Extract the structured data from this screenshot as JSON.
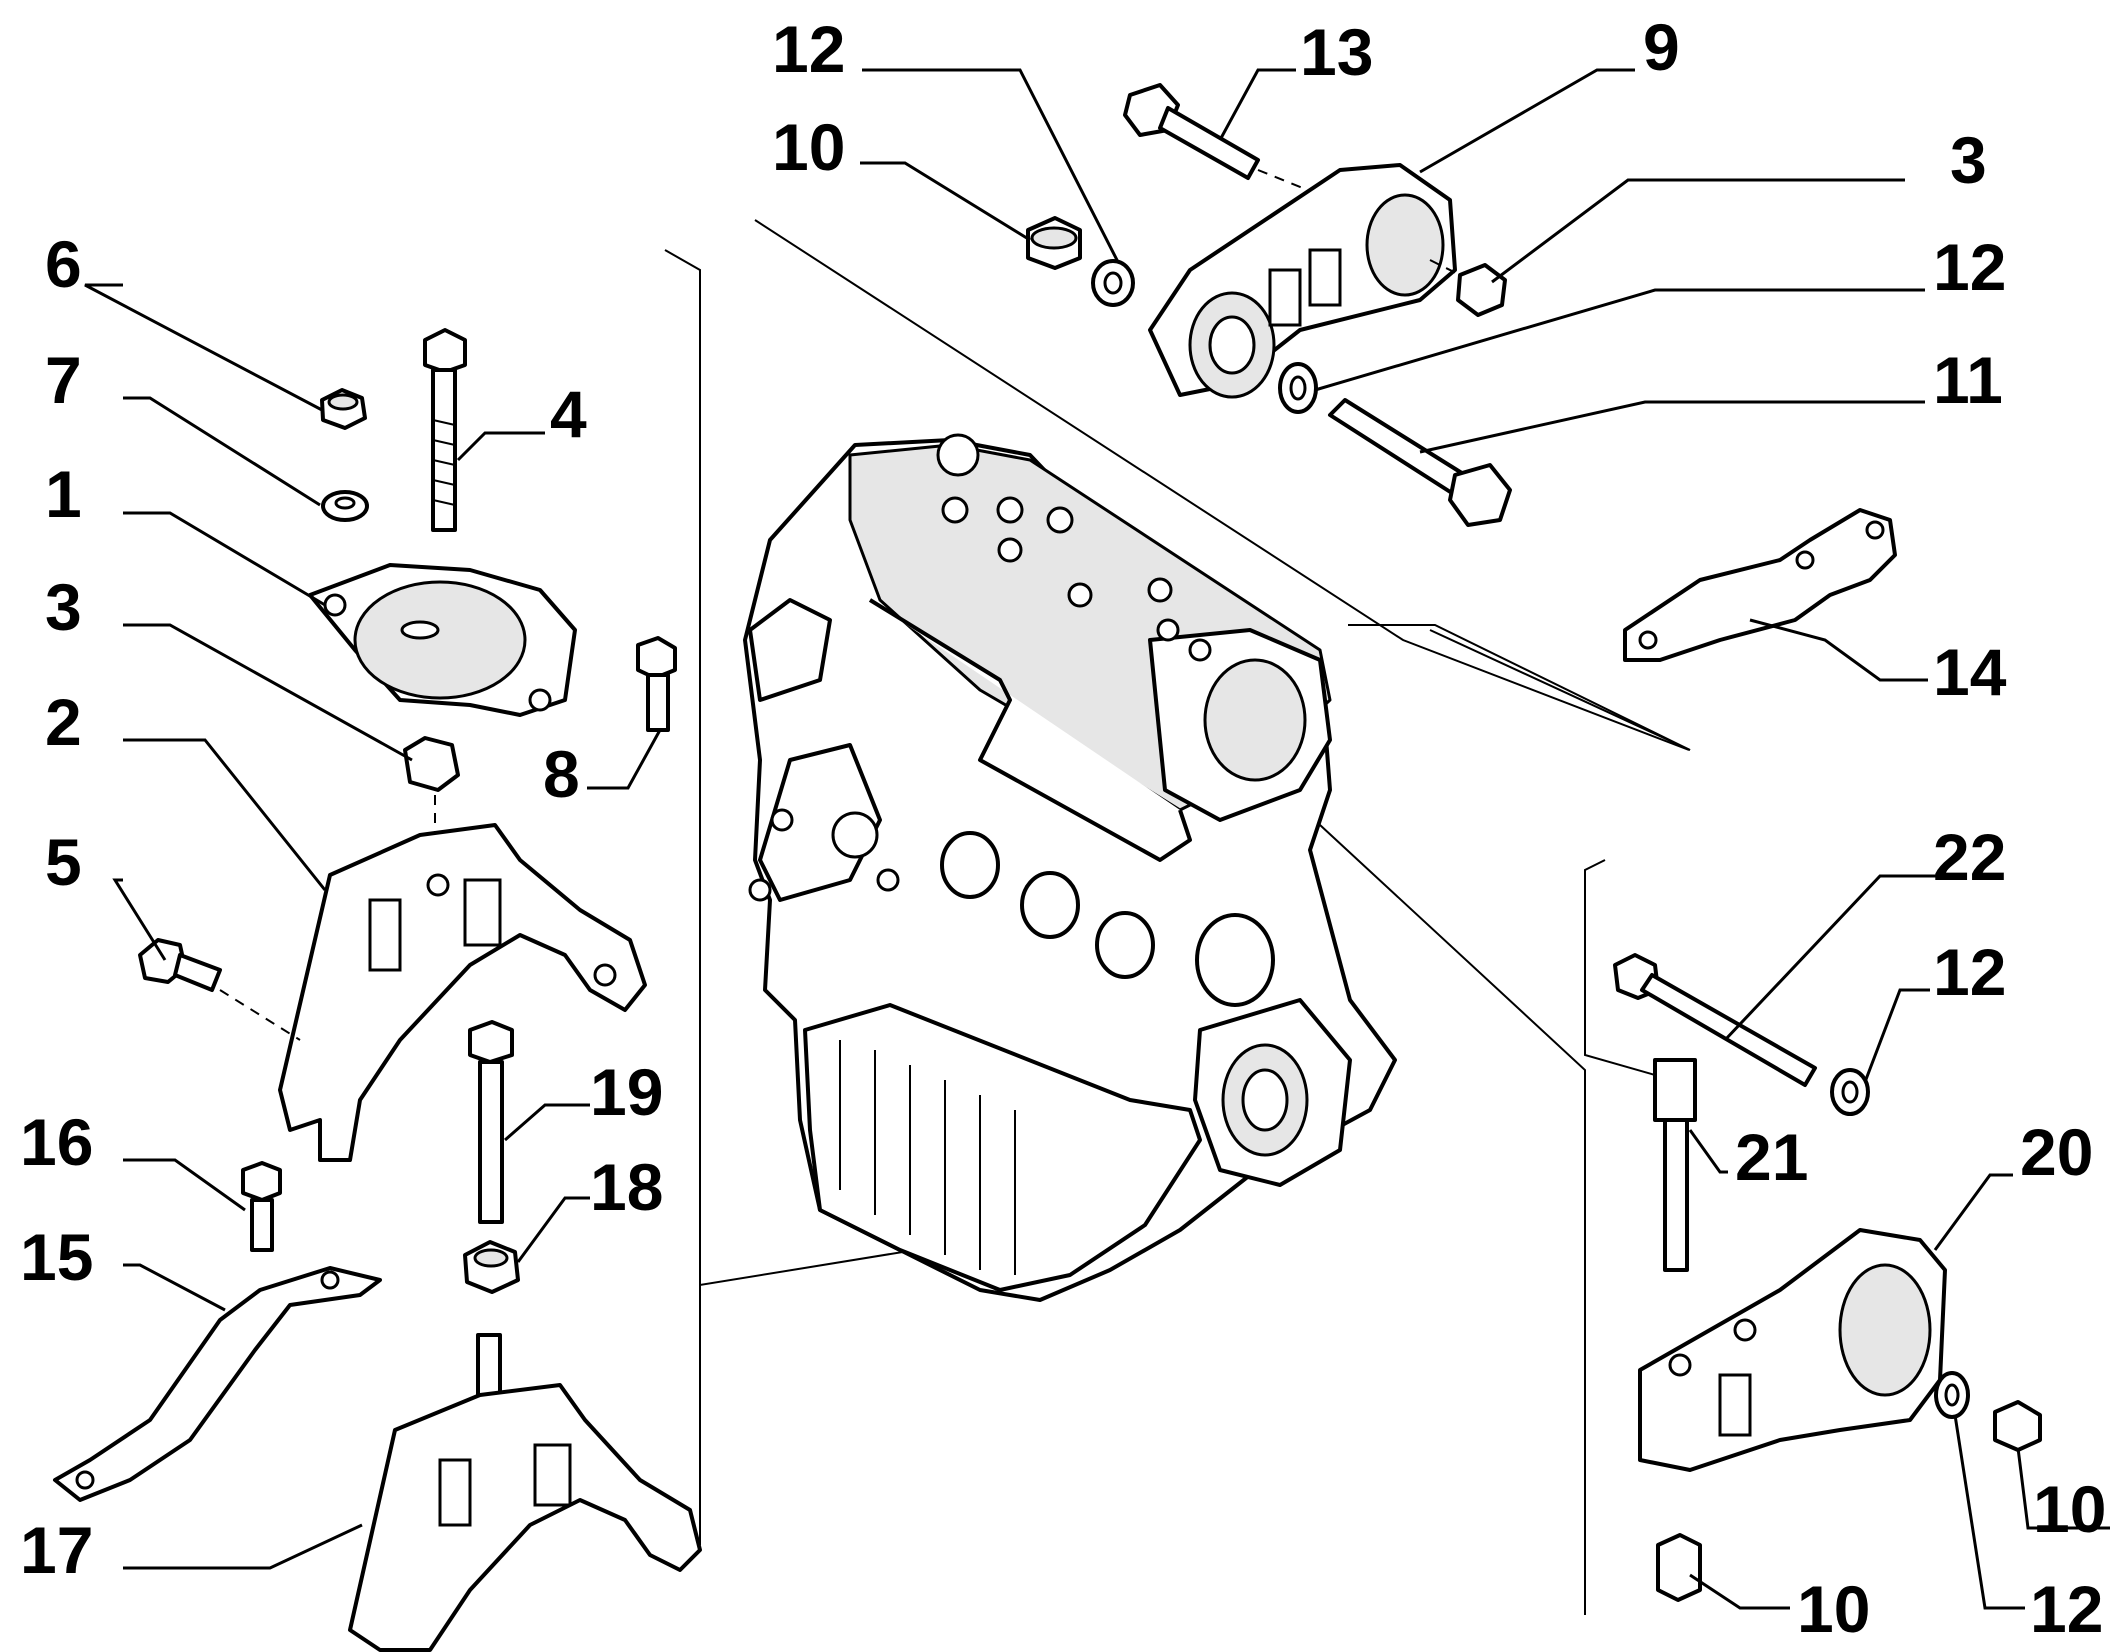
{
  "callouts": [
    {
      "id": "c1",
      "text": "12"
    },
    {
      "id": "c2",
      "text": "13"
    },
    {
      "id": "c3",
      "text": "9"
    },
    {
      "id": "c4",
      "text": "10"
    },
    {
      "id": "c5",
      "text": "3"
    },
    {
      "id": "c6",
      "text": "12"
    },
    {
      "id": "c7",
      "text": "11"
    },
    {
      "id": "c8",
      "text": "6"
    },
    {
      "id": "c9",
      "text": "7"
    },
    {
      "id": "c10",
      "text": "4"
    },
    {
      "id": "c11",
      "text": "1"
    },
    {
      "id": "c12",
      "text": "3"
    },
    {
      "id": "c13",
      "text": "8"
    },
    {
      "id": "c14",
      "text": "2"
    },
    {
      "id": "c15",
      "text": "5"
    },
    {
      "id": "c16",
      "text": "14"
    },
    {
      "id": "c17",
      "text": "22"
    },
    {
      "id": "c18",
      "text": "12"
    },
    {
      "id": "c19",
      "text": "19"
    },
    {
      "id": "c20",
      "text": "16"
    },
    {
      "id": "c21",
      "text": "18"
    },
    {
      "id": "c22",
      "text": "15"
    },
    {
      "id": "c23",
      "text": "21"
    },
    {
      "id": "c24",
      "text": "20"
    },
    {
      "id": "c25",
      "text": "17"
    },
    {
      "id": "c26",
      "text": "10"
    },
    {
      "id": "c27",
      "text": "10"
    },
    {
      "id": "c28",
      "text": "12"
    }
  ]
}
